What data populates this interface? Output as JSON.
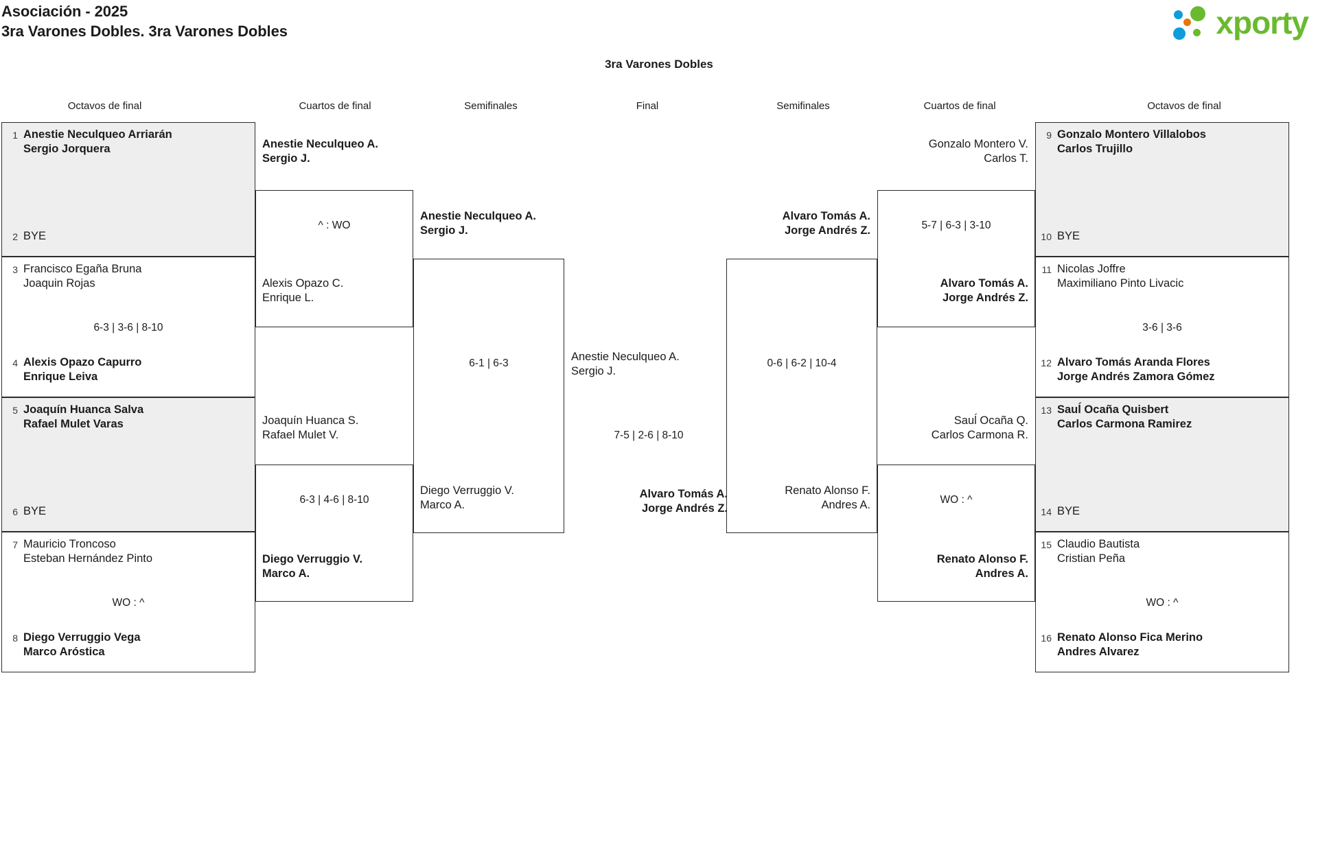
{
  "header": {
    "title_line1": "Asociación - 2025",
    "title_line2": "3ra Varones Dobles. 3ra Varones Dobles",
    "logo_word": "xporty",
    "subtitle": "3ra Varones Dobles"
  },
  "rounds": {
    "left": [
      "Octavos de final",
      "Cuartos de final",
      "Semifinales"
    ],
    "center": "Final",
    "right": [
      "Semifinales",
      "Cuartos de final",
      "Octavos de final"
    ]
  },
  "left_r16": [
    {
      "seed": "1",
      "p1": "Anestie Neculqueo Arriarán",
      "p2": "Sergio Jorquera",
      "winner": true
    },
    {
      "seed": "2",
      "p1": "BYE",
      "p2": "",
      "winner": false
    },
    {
      "seed": "3",
      "p1": "Francisco Egaña Bruna",
      "p2": "Joaquin Rojas",
      "winner": false
    },
    {
      "seed": "4",
      "p1": "Alexis Opazo Capurro",
      "p2": "Enrique Leiva",
      "winner": true
    },
    {
      "seed": "5",
      "p1": "Joaquín Huanca Salva",
      "p2": "Rafael Mulet Varas",
      "winner": true
    },
    {
      "seed": "6",
      "p1": "BYE",
      "p2": "",
      "winner": false
    },
    {
      "seed": "7",
      "p1": "Mauricio Troncoso",
      "p2": "Esteban Hernández Pinto",
      "winner": false
    },
    {
      "seed": "8",
      "p1": "Diego Verruggio Vega",
      "p2": "Marco Aróstica",
      "winner": true
    }
  ],
  "left_r16_scores": [
    "",
    "6-3 | 3-6 | 8-10",
    "",
    "WO : ^"
  ],
  "left_qf": [
    {
      "p1": "Anestie Neculqueo A.",
      "p2": "Sergio J.",
      "winner": true
    },
    {
      "p1": "Alexis Opazo C.",
      "p2": "Enrique L.",
      "winner": false
    },
    {
      "p1": "Joaquín Huanca S.",
      "p2": "Rafael Mulet V.",
      "winner": false
    },
    {
      "p1": "Diego Verruggio V.",
      "p2": "Marco A.",
      "winner": true
    }
  ],
  "left_qf_scores": [
    "^ : WO",
    "6-3 | 4-6 | 8-10"
  ],
  "left_sf": [
    {
      "p1": "Anestie Neculqueo A.",
      "p2": "Sergio J.",
      "winner": true
    },
    {
      "p1": "Diego Verruggio V.",
      "p2": "Marco A.",
      "winner": false
    }
  ],
  "left_sf_scores": [
    "6-1 | 6-3"
  ],
  "final": {
    "top": {
      "p1": "Anestie Neculqueo A.",
      "p2": "Sergio J.",
      "winner": false
    },
    "bottom": {
      "p1": "Alvaro Tomás A.",
      "p2": "Jorge Andrés Z.",
      "winner": true
    },
    "score": "7-5 | 2-6 | 8-10"
  },
  "right_sf": [
    {
      "p1": "Alvaro Tomás A.",
      "p2": "Jorge Andrés Z.",
      "winner": true
    },
    {
      "p1": "Renato Alonso F.",
      "p2": "Andres A.",
      "winner": false
    }
  ],
  "right_sf_scores": [
    "0-6 | 6-2 | 10-4"
  ],
  "right_qf": [
    {
      "p1": "Gonzalo Montero V.",
      "p2": "Carlos T.",
      "winner": false
    },
    {
      "p1": "Alvaro Tomás A.",
      "p2": "Jorge Andrés Z.",
      "winner": true
    },
    {
      "p1": "Sauĺ Ocaña Q.",
      "p2": "Carlos Carmona R.",
      "winner": false
    },
    {
      "p1": "Renato Alonso F.",
      "p2": "Andres A.",
      "winner": true
    }
  ],
  "right_qf_scores": [
    "5-7 | 6-3 | 3-10",
    "WO : ^"
  ],
  "right_r16": [
    {
      "seed": "9",
      "p1": "Gonzalo Montero Villalobos",
      "p2": "Carlos Trujillo",
      "winner": true
    },
    {
      "seed": "10",
      "p1": "BYE",
      "p2": "",
      "winner": false
    },
    {
      "seed": "11",
      "p1": "Nicolas Joffre",
      "p2": "Maximiliano Pinto Livacic",
      "winner": false
    },
    {
      "seed": "12",
      "p1": "Alvaro Tomás Aranda Flores",
      "p2": "Jorge Andrés Zamora Gómez",
      "winner": true
    },
    {
      "seed": "13",
      "p1": "Sauĺ Ocaña Quisbert",
      "p2": "Carlos Carmona Ramirez",
      "winner": true
    },
    {
      "seed": "14",
      "p1": "BYE",
      "p2": "",
      "winner": false
    },
    {
      "seed": "15",
      "p1": "Claudio Bautista",
      "p2": "Cristian Peña",
      "winner": false
    },
    {
      "seed": "16",
      "p1": "Renato Alonso Fica Merino",
      "p2": "Andres Alvarez",
      "winner": true
    }
  ],
  "right_r16_scores": [
    "",
    "3-6 | 3-6",
    "",
    "WO : ^"
  ]
}
